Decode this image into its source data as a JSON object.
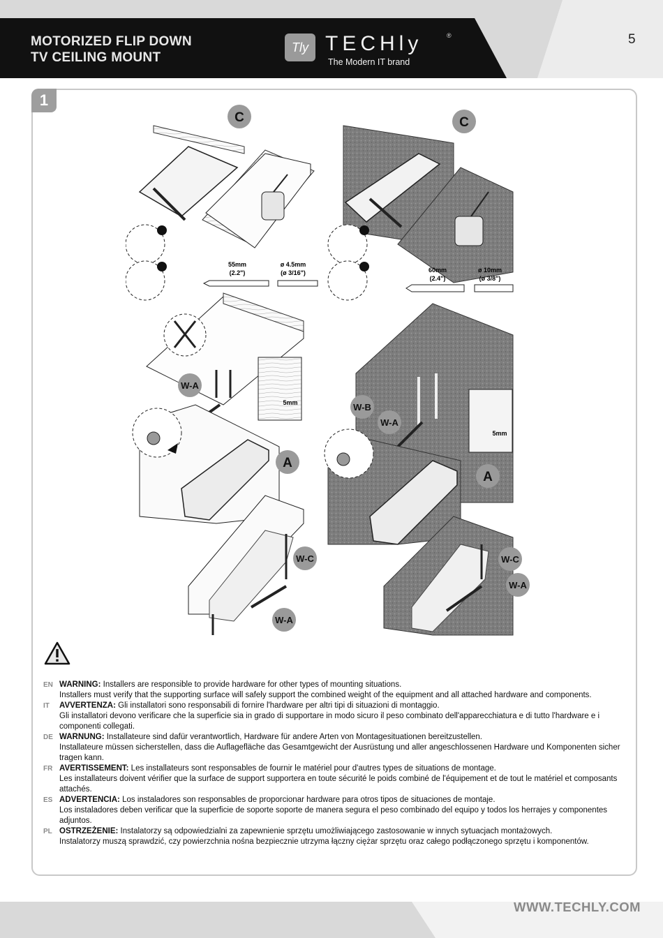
{
  "header": {
    "title_line1": "MOTORIZED FLIP DOWN",
    "title_line2": "TV CEILING MOUNT",
    "logo_box": "Tly",
    "logo_word": "TECHly",
    "logo_tagline": "The Modern IT brand",
    "logo_reg": "®",
    "page_number": "5"
  },
  "step": {
    "number": "1"
  },
  "illustration": {
    "labels": {
      "c_left": "C",
      "c_right": "C",
      "wa_1": "W-A",
      "wb": "W-B",
      "wa_2": "W-A",
      "a_left": "A",
      "a_right": "A",
      "wc_left": "W-C",
      "wa_left_bottom": "W-A",
      "wc_right": "W-C",
      "wa_right_bottom": "W-A"
    },
    "dims": {
      "left_depth": "55mm",
      "left_depth_in": "(2.2\")",
      "left_bit": "ø 4.5mm",
      "left_bit_in": "(ø 3/16\")",
      "right_depth": "60mm",
      "right_depth_in": "(2.4\")",
      "right_bit": "ø 10mm",
      "right_bit_in": "(ø 3/8\")",
      "gap_left": "5mm",
      "gap_right": "5mm"
    }
  },
  "warnings": [
    {
      "lang": "EN",
      "head": "WARNING:",
      "text": "Installers are responsible to provide hardware for other types of mounting situations.",
      "text2": "Installers must verify that the supporting surface will safely support the combined weight of the equipment and all attached hardware and components."
    },
    {
      "lang": "IT",
      "head": "AVVERTENZA:",
      "text": "Gli installatori sono responsabili di fornire l'hardware per altri tipi di situazioni di montaggio.",
      "text2": "Gli installatori devono verificare che la superficie sia in grado di supportare in modo sicuro il peso combinato dell'apparecchiatura e di tutto l'hardware e i componenti collegati."
    },
    {
      "lang": "DE",
      "head": "WARNUNG:",
      "text": "Installateure sind dafür verantwortlich, Hardware für andere Arten von Montagesituationen bereitzustellen.",
      "text2": "Installateure müssen sicherstellen, dass die Auflagefläche das Gesamtgewicht der Ausrüstung und aller angeschlossenen Hardware und Komponenten sicher tragen kann."
    },
    {
      "lang": "FR",
      "head": "AVERTISSEMENT:",
      "text": "Les installateurs sont responsables de fournir le matériel pour d'autres types de situations de montage.",
      "text2": "Les installateurs doivent vérifier que la surface de support supportera en toute sécurité le poids combiné de l'équipement et de tout le matériel et composants attachés."
    },
    {
      "lang": "ES",
      "head": "ADVERTENCIA:",
      "text": "Los instaladores son responsables de proporcionar hardware para otros tipos de situaciones de montaje.",
      "text2": "Los instaladores deben verificar que la superficie de soporte soporte de manera segura el peso combinado del equipo y todos los herrajes y componentes adjuntos."
    },
    {
      "lang": "PL",
      "head": "OSTRZEŻENIE:",
      "text": "Instalatorzy są odpowiedzialni za zapewnienie sprzętu umożliwiającego zastosowanie w innych sytuacjach montażowych.",
      "text2": "Instalatorzy muszą sprawdzić, czy powierzchnia nośna bezpiecznie utrzyma łączny ciężar sprzętu oraz całego podłączonego sprzętu i komponentów."
    }
  ],
  "footer": {
    "url": "WWW.TECHLY.COM"
  }
}
